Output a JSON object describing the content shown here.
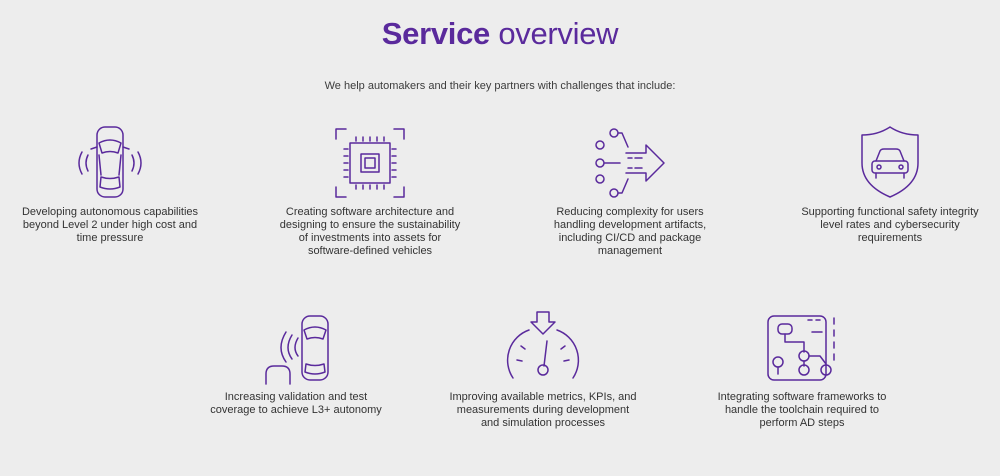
{
  "header": {
    "title_bold": "Service",
    "title_rest": "overview",
    "subtitle": "We help automakers and their key partners with challenges that include:"
  },
  "colors": {
    "accent": "#5a2a9c",
    "background": "#ededed",
    "text": "#333333"
  },
  "services": [
    {
      "icon": "autonomous-car-icon",
      "text": "Developing autonomous capabilities\nbeyond Level 2 under high cost and\ntime pressure"
    },
    {
      "icon": "microchip-icon",
      "text": "Creating software architecture and\ndesigning to ensure the sustainability\nof investments into assets for\nsoftware-defined vehicles"
    },
    {
      "icon": "pipeline-arrow-icon",
      "text": "Reducing complexity for users\nhandling development artifacts,\nincluding CI/CD and package\nmanagement"
    },
    {
      "icon": "shield-car-icon",
      "text": "Supporting functional safety integrity\nlevel rates and cybersecurity\nrequirements"
    },
    {
      "icon": "car-validation-icon",
      "text": "Increasing validation and test\ncoverage to achieve L3+ autonomy"
    },
    {
      "icon": "speedometer-icon",
      "text": "Improving available metrics, KPIs, and\nmeasurements during development\nand simulation processes"
    },
    {
      "icon": "circuit-board-icon",
      "text": "Integrating software frameworks to\nhandle the toolchain required to\nperform AD steps"
    }
  ]
}
